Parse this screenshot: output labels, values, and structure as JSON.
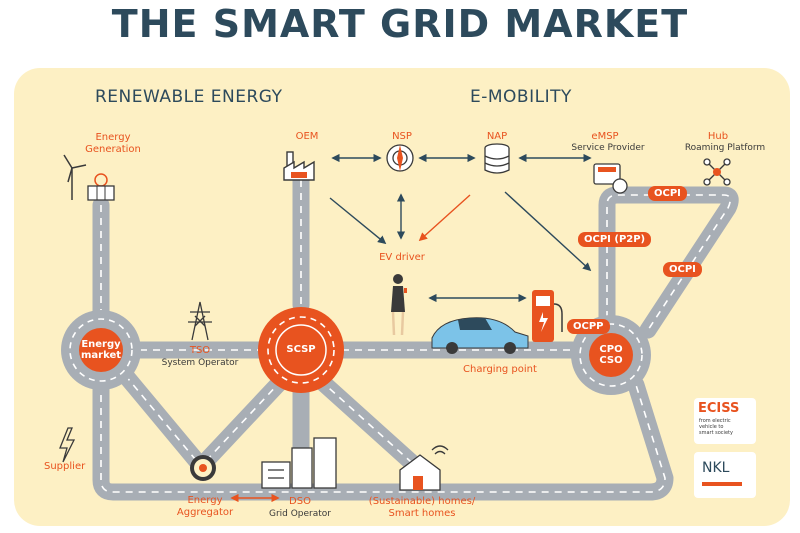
{
  "title": "THE SMART GRID MARKET",
  "sections": {
    "renewable": "RENEWABLE ENERGY",
    "emobility": "E-MOBILITY"
  },
  "actors": {
    "energy_generation": "Energy\nGeneration",
    "oem": "OEM",
    "nsp": "NSP",
    "nap": "NAP",
    "emsp": "eMSP",
    "emsp_sub": "Service Provider",
    "hub": "Hub",
    "hub_sub": "Roaming Platform",
    "ev_driver": "EV driver",
    "energy_market": "Energy\nmarket",
    "tso": "TSO",
    "tso_sub": "System Operator",
    "scsp": "SCSP",
    "cpo_cso": "CPO\nCSO",
    "charging_point": "Charging point",
    "supplier": "Supplier",
    "energy_aggregator": "Energy\nAggregator",
    "dso": "DSO",
    "dso_sub": "Grid Operator",
    "homes": "(Sustainable) homes/\nSmart homes"
  },
  "protocols": {
    "ocpi_top": "OCPI",
    "ocpi_p2p": "OCPI (P2P)",
    "ocpi_right": "OCPI",
    "ocpp": "OCPP"
  },
  "logos": {
    "eciss_name": "ECISS",
    "eciss_tagline": "from electric\nvehicle to\nsmart society",
    "nkl_name": "NKL"
  },
  "colors": {
    "road": "#a8aeb5",
    "road_marking": "#ffffff",
    "accent": "#e8531f",
    "title": "#2d4a5c",
    "background": "#fdf0c4",
    "arrow_blue": "#2d4a5c"
  },
  "icons": [
    "wind-turbine-icon",
    "solar-panel-icon",
    "factory-icon",
    "compass-icon",
    "database-icon",
    "card-reader-icon",
    "network-hub-icon",
    "power-pylon-icon",
    "lightning-icon",
    "gear-icon",
    "substation-icon",
    "smart-home-icon",
    "charging-station-icon",
    "electric-car-icon",
    "person-phone-icon"
  ]
}
